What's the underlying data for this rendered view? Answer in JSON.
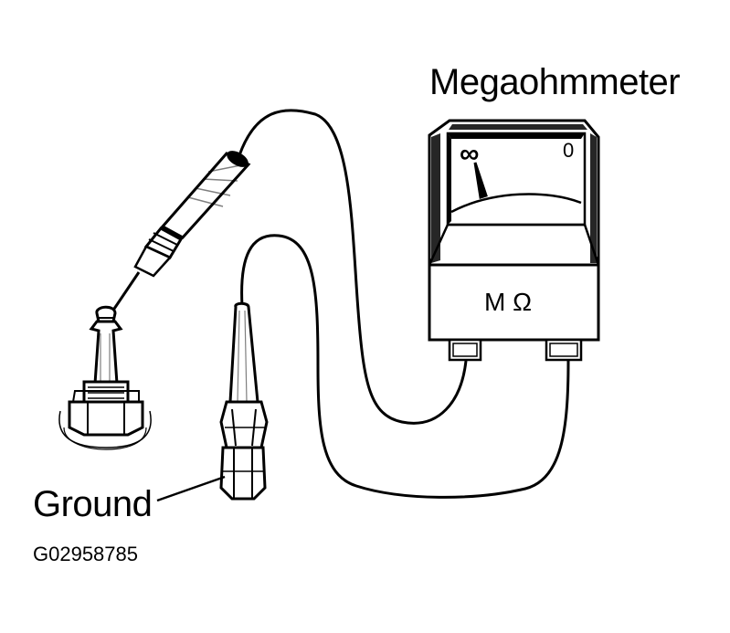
{
  "labels": {
    "meter": "Megaohmmeter",
    "ground": "Ground",
    "figure_code": "G02958785"
  },
  "meter": {
    "scale_left": "∞",
    "scale_right": "0",
    "unit": "M Ω"
  }
}
